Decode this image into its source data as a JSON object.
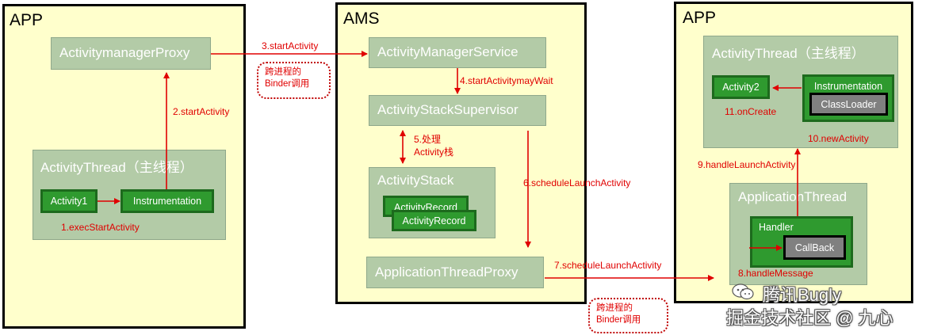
{
  "app_left": {
    "title": "APP",
    "proxy": "ActivitymanagerProxy",
    "thread_title": "ActivityThread（主线程）",
    "activity": "Activity1",
    "instrumentation": "Instrumentation"
  },
  "ams": {
    "title": "AMS",
    "service": "ActivityManagerService",
    "supervisor": "ActivityStackSupervisor",
    "stack": "ActivityStack",
    "record1": "ActivityRecord",
    "record2": "ActivityRecord",
    "app_thread_proxy": "ApplicationThreadProxy"
  },
  "app_right": {
    "title": "APP",
    "thread_title": "ActivityThread（主线程）",
    "activity": "Activity2",
    "instrumentation": "Instrumentation",
    "class_loader": "ClassLoader",
    "app_thread": "ApplicationThread",
    "handler": "Handler",
    "callback": "CallBack"
  },
  "steps": {
    "s1": "1.execStartActivity",
    "s2": "2.startActivity",
    "s3": "3.startActivity",
    "s4": "4.startActivitymayWait",
    "s5a": "5.处理",
    "s5b": "Activity栈",
    "s6": "6.scheduleLaunchActivity",
    "s7": "7.scheduleLaunchActivity",
    "s8": "8.handleMessage",
    "s9": "9.handleLaunchActivity",
    "s10": "10.newActivity",
    "s11": "11.onCreate"
  },
  "bubbles": {
    "line1": "跨进程的",
    "line2": "Binder调用"
  },
  "watermark": {
    "line1": "腾讯Bugly",
    "line2": "掘金技术社区 @ 九心"
  },
  "colors": {
    "panel_bg": "#ffffcc",
    "box_green": "#b3cba7",
    "dark_green": "#2f9a2f",
    "arrow_red": "#e00000"
  }
}
